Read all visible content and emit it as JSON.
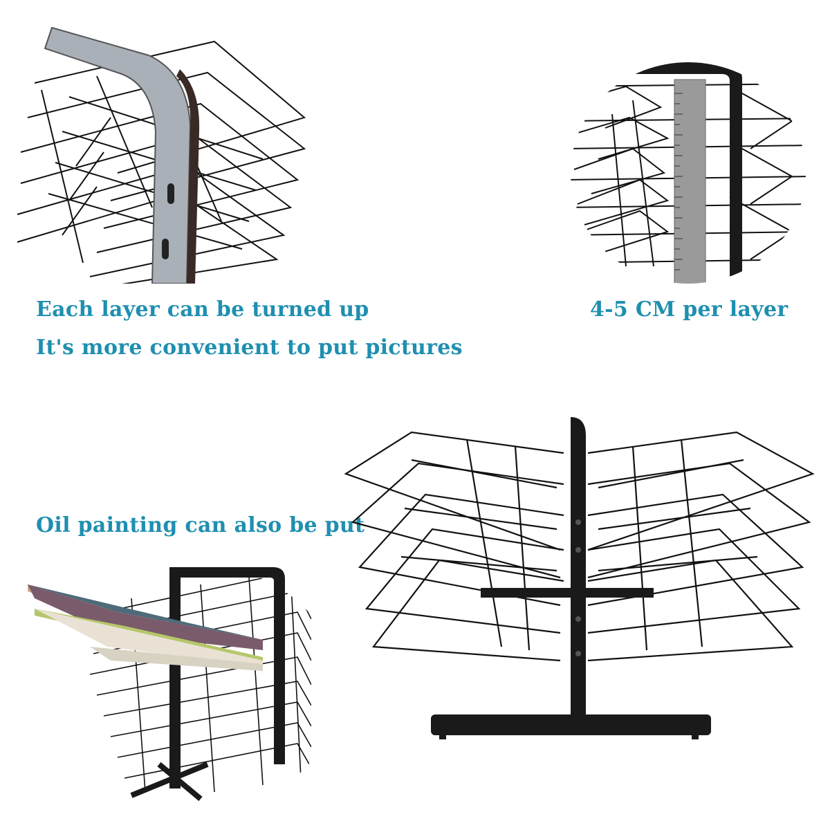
{
  "captions": {
    "turned_up": "Each layer can be turned up",
    "convenient": "It's more convenient to put pictures",
    "per_layer": "4-5 CM per layer",
    "oil_painting": "Oil painting can also be put"
  },
  "colors": {
    "caption": "#1f8fb0",
    "wire": "#111111",
    "ruler": "#9a9a9a"
  },
  "images": [
    "rack-closeup-turned-up",
    "rack-closeup-ruler",
    "rack-with-oil-paintings",
    "rack-full-view"
  ]
}
